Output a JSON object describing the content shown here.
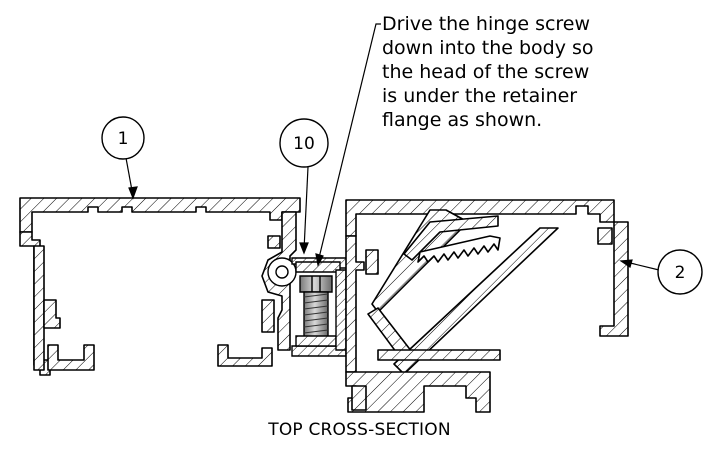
{
  "instruction_note": {
    "lines": [
      "Drive the hinge screw",
      "down into the body so",
      "the head of the screw",
      "is under the retainer",
      "flange as shown."
    ]
  },
  "balloons": [
    {
      "id": "balloon-1",
      "label": "1"
    },
    {
      "id": "balloon-10",
      "label": "10"
    },
    {
      "id": "balloon-2",
      "label": "2"
    }
  ],
  "caption": "TOP CROSS-SECTION"
}
